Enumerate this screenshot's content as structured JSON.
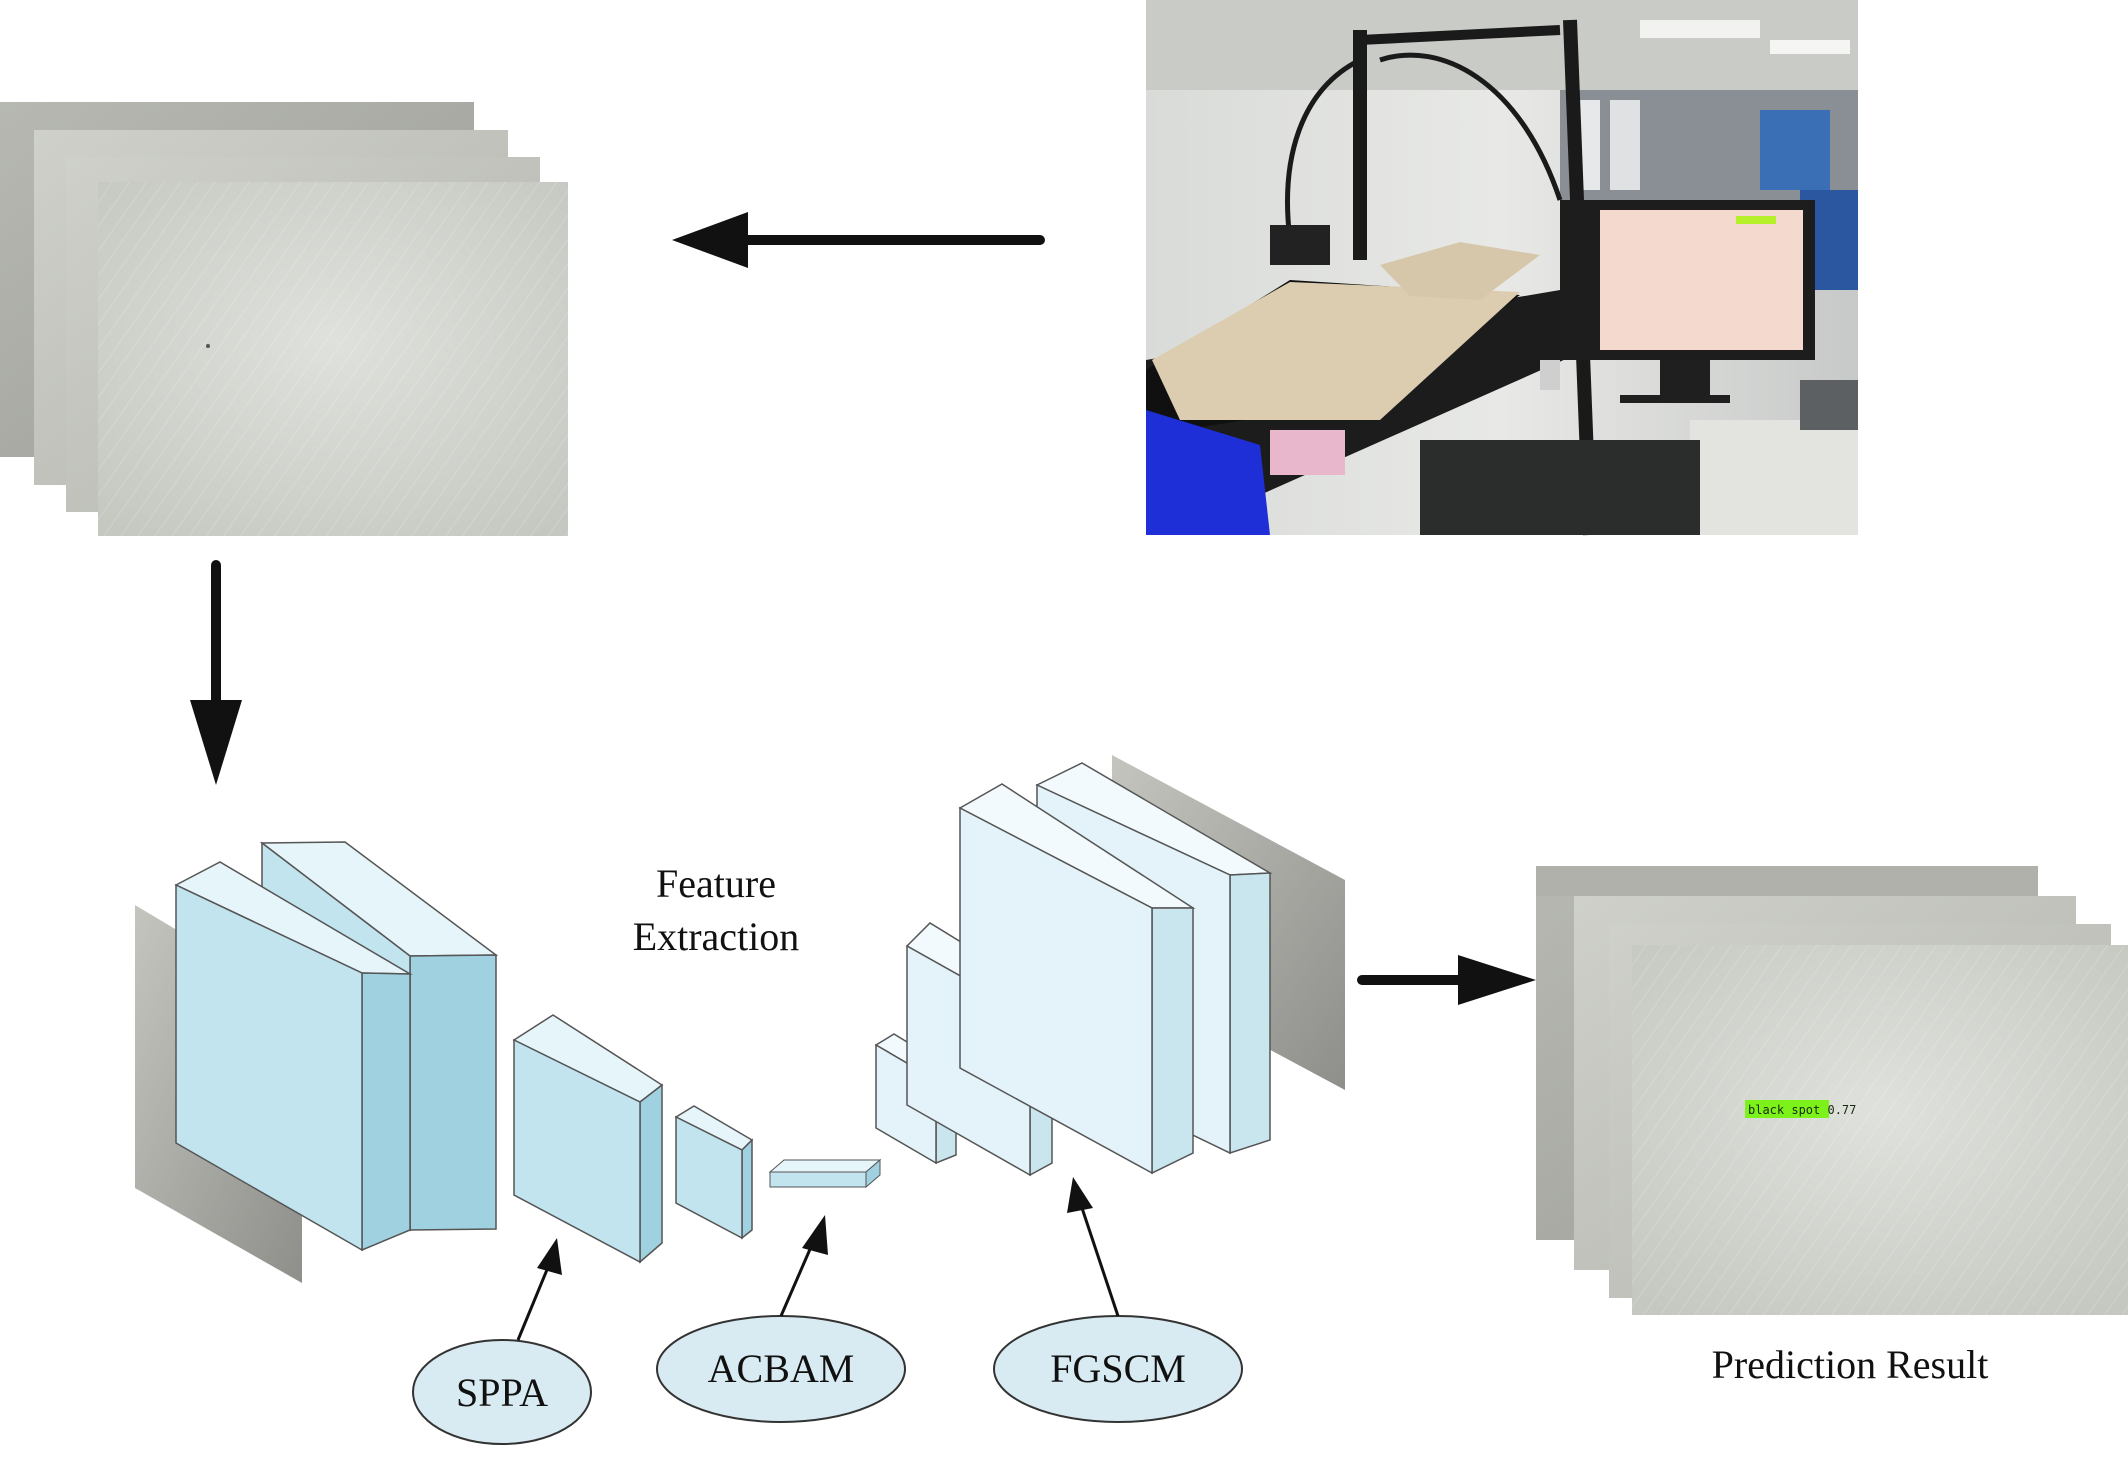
{
  "labels": {
    "feature_line1": "Feature",
    "feature_line2": "Extraction",
    "prediction": "Prediction Result",
    "detection_tag": "black spot 0.77"
  },
  "modules": {
    "sppa": "SPPA",
    "acbam": "ACBAM",
    "fgscm": "FGSCM"
  },
  "colors": {
    "block_front": "#c2e4ef",
    "block_side": "#9fd1e0",
    "block_top": "#e6f5fa",
    "light_front": "#e3f3f9",
    "ellipse_fill": "#d9ebf2",
    "tag_bg": "#7cf21a"
  }
}
